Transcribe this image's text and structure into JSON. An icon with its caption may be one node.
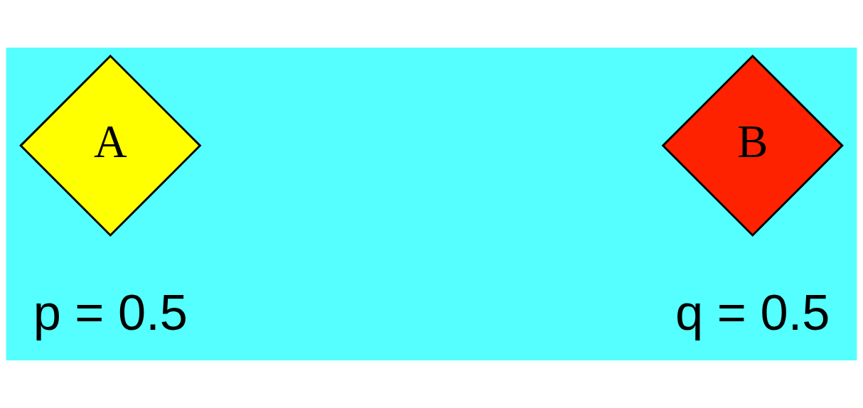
{
  "diagram": {
    "nodes": [
      {
        "text": [
          "A"
        ],
        "beside": [
          "p = 0.5"
        ]
      },
      {
        "text": [
          "B"
        ],
        "beside": [
          "q = 0.5"
        ]
      }
    ]
  }
}
